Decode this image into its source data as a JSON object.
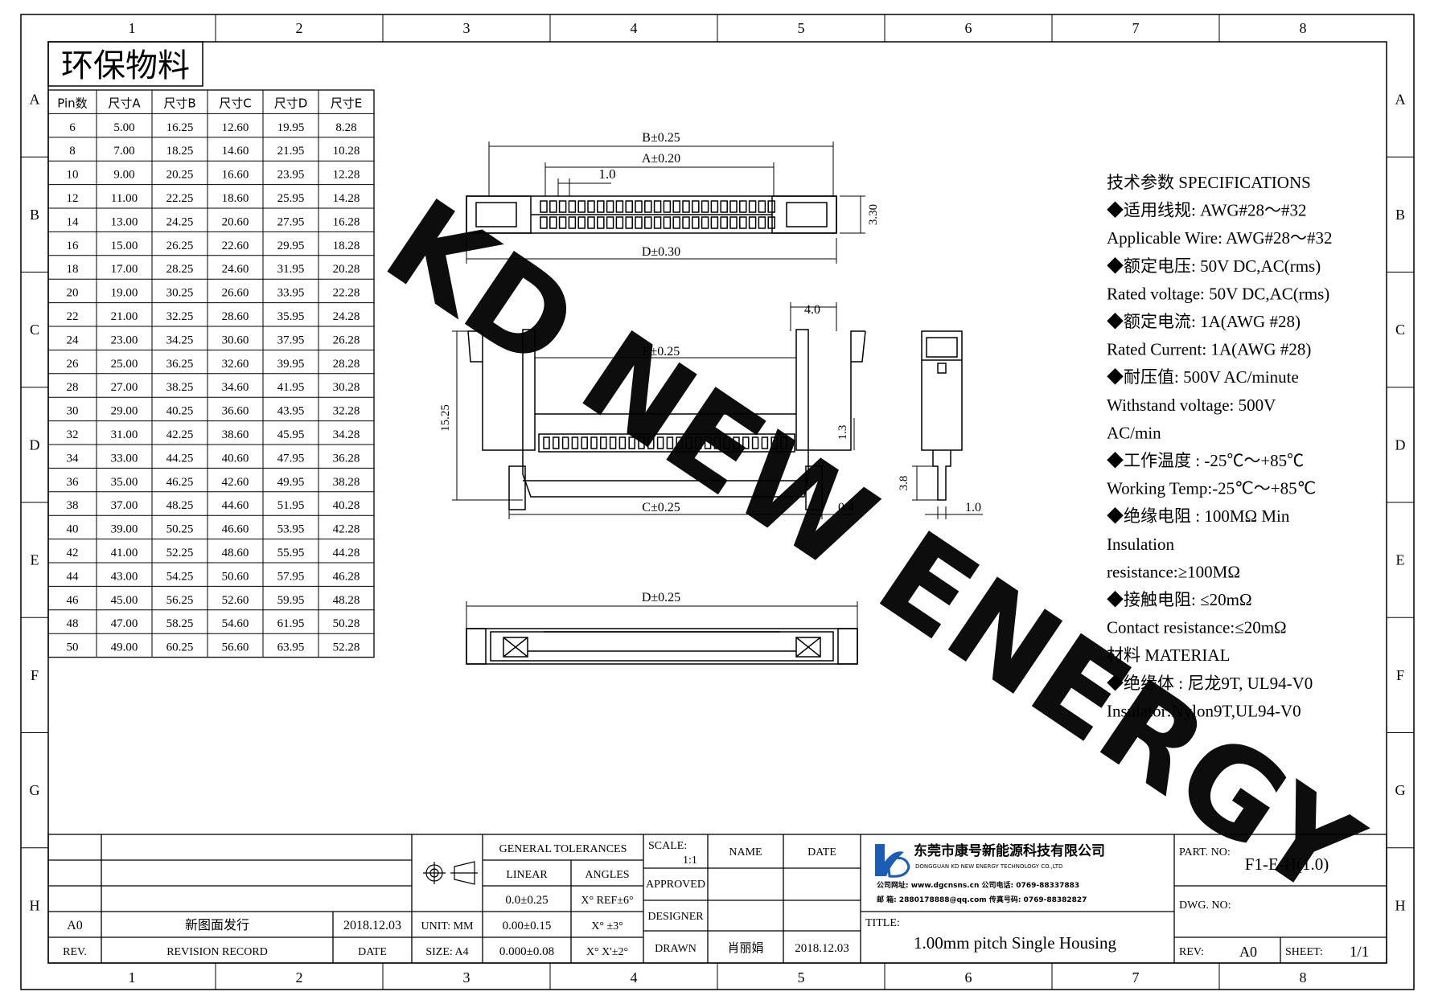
{
  "grid": {
    "columns": [
      "1",
      "2",
      "3",
      "4",
      "5",
      "6",
      "7",
      "8"
    ],
    "rows": [
      "A",
      "B",
      "C",
      "D",
      "E",
      "F",
      "G",
      "H"
    ]
  },
  "eco_label": "环保物料",
  "dimension_table": {
    "headers": [
      "Pin数",
      "尺寸A",
      "尺寸B",
      "尺寸C",
      "尺寸D",
      "尺寸E"
    ],
    "rows": [
      [
        "6",
        "5.00",
        "16.25",
        "12.60",
        "19.95",
        "8.28"
      ],
      [
        "8",
        "7.00",
        "18.25",
        "14.60",
        "21.95",
        "10.28"
      ],
      [
        "10",
        "9.00",
        "20.25",
        "16.60",
        "23.95",
        "12.28"
      ],
      [
        "12",
        "11.00",
        "22.25",
        "18.60",
        "25.95",
        "14.28"
      ],
      [
        "14",
        "13.00",
        "24.25",
        "20.60",
        "27.95",
        "16.28"
      ],
      [
        "16",
        "15.00",
        "26.25",
        "22.60",
        "29.95",
        "18.28"
      ],
      [
        "18",
        "17.00",
        "28.25",
        "24.60",
        "31.95",
        "20.28"
      ],
      [
        "20",
        "19.00",
        "30.25",
        "26.60",
        "33.95",
        "22.28"
      ],
      [
        "22",
        "21.00",
        "32.25",
        "28.60",
        "35.95",
        "24.28"
      ],
      [
        "24",
        "23.00",
        "34.25",
        "30.60",
        "37.95",
        "26.28"
      ],
      [
        "26",
        "25.00",
        "36.25",
        "32.60",
        "39.95",
        "28.28"
      ],
      [
        "28",
        "27.00",
        "38.25",
        "34.60",
        "41.95",
        "30.28"
      ],
      [
        "30",
        "29.00",
        "40.25",
        "36.60",
        "43.95",
        "32.28"
      ],
      [
        "32",
        "31.00",
        "42.25",
        "38.60",
        "45.95",
        "34.28"
      ],
      [
        "34",
        "33.00",
        "44.25",
        "40.60",
        "47.95",
        "36.28"
      ],
      [
        "36",
        "35.00",
        "46.25",
        "42.60",
        "49.95",
        "38.28"
      ],
      [
        "38",
        "37.00",
        "48.25",
        "44.60",
        "51.95",
        "40.28"
      ],
      [
        "40",
        "39.00",
        "50.25",
        "46.60",
        "53.95",
        "42.28"
      ],
      [
        "42",
        "41.00",
        "52.25",
        "48.60",
        "55.95",
        "44.28"
      ],
      [
        "44",
        "43.00",
        "54.25",
        "50.60",
        "57.95",
        "46.28"
      ],
      [
        "46",
        "45.00",
        "56.25",
        "52.60",
        "59.95",
        "48.28"
      ],
      [
        "48",
        "47.00",
        "58.25",
        "54.60",
        "61.95",
        "50.28"
      ],
      [
        "50",
        "49.00",
        "60.25",
        "56.60",
        "63.95",
        "52.28"
      ]
    ]
  },
  "dimensions": {
    "b": "B±0.25",
    "a": "A±0.20",
    "pitch": "1.0",
    "d_top": "D±0.30",
    "height_top": "3.30",
    "e": "E±0.25",
    "w4": "4.0",
    "h15": "15.25",
    "h13": "1.3",
    "c": "C±0.25",
    "t04": "0.4",
    "h38": "3.8",
    "t10": "1.0",
    "d_bottom": "D±0.25"
  },
  "watermark": "KD NEW ENERGY",
  "specs": [
    "技术参数  SPECIFICATIONS",
    " ◆适用线规: AWG#28～#32",
    "   Applicable Wire: AWG#28～#32",
    " ◆额定电压: 50V DC,AC(rms)",
    "   Rated voltage: 50V DC,AC(rms)",
    " ◆额定电流: 1A(AWG #28)",
    "   Rated Current: 1A(AWG #28)",
    " ◆耐压值: 500V AC/minute",
    "   Withstand voltage: 500V",
    "AC/min",
    " ◆工作温度 : -25℃～+85℃",
    "   Working Temp:-25℃～+85℃",
    " ◆绝缘电阻 : 100MΩ Min",
    "   Insulation",
    "resistance:≥100MΩ",
    " ◆接触电阻: ≤20mΩ",
    "   Contact resistance:≤20mΩ",
    "材料  MATERIAL",
    "  ◆绝缘体 : 尼龙9T, UL94-V0",
    "   Insulator:Nylon9T,UL94-V0"
  ],
  "title_block": {
    "revision": {
      "rev": "A0",
      "description": "新图面发行",
      "date": "2018.12.03",
      "rev_header": "REV.",
      "record_header": "REVISION RECORD",
      "date_header": "DATE"
    },
    "general_tolerances": "GENERAL TOLERANCES",
    "linear": "LINEAR",
    "angles": "ANGLES",
    "tol_linear": [
      "0.0±0.25",
      "0.00±0.15",
      "0.000±0.08"
    ],
    "tol_angles": [
      "X° REF±6°",
      "X° ±3°",
      "X° X'±2°"
    ],
    "unit": "UNIT: MM",
    "size": "SIZE: A4",
    "scale_label": "SCALE:",
    "scale": "1:1",
    "name_header": "NAME",
    "date_header": "DATE",
    "approved": "APPROVED",
    "designer": "DESIGNER",
    "drawn": "DRAWN",
    "drawn_name": "肖丽娟",
    "drawn_date": "2018.12.03",
    "company_cn": "东莞市康号新能源科技有限公司",
    "company_en": "DONGGUAN KD NEW ENERGY TECHNOLOGY CO.,LTD",
    "contact_1": "公司网址: www.dgcnsns.cn    公司电话: 0769-88337883",
    "contact_2": "邮    箱: 2880178888@qq.com  传真号码: 0769-88382827",
    "title_label": "TITLE:",
    "title": "1.00mm pitch Single Housing",
    "part_no_label": "PART. NO:",
    "part_no": "F1-E-H(1.0)",
    "dwg_no_label": "DWG. NO:",
    "rev_label": "REV:",
    "rev_value": "A0",
    "sheet_label": "SHEET:",
    "sheet_value": "1/1"
  },
  "colors": {
    "watermark": "#3fe6e8",
    "logo_blue": "#1a5db8",
    "line": "#000000"
  }
}
